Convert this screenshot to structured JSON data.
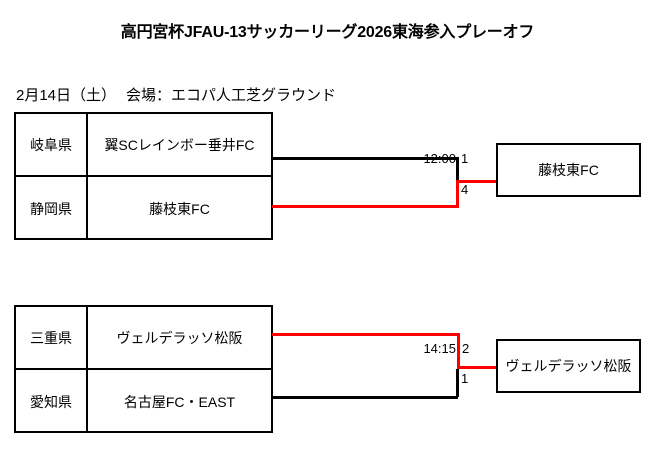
{
  "header": {
    "title": "高円宮杯JFAU-13サッカーリーグ2026東海参入プレーオフ",
    "date": "2月14日（土）",
    "venue": "会場：エコパ人工芝グラウンド"
  },
  "colors": {
    "winner_line": "#ff0000",
    "loser_line": "#000000",
    "border": "#000000",
    "background": "#ffffff"
  },
  "brackets": [
    {
      "id": "semifinal-1",
      "kickoff": "12:00",
      "teams": [
        {
          "prefecture": "岐阜県",
          "name": "翼SCレインボー垂井FC",
          "score": "1",
          "is_winner": false
        },
        {
          "prefecture": "静岡県",
          "name": "藤枝東FC",
          "score": "4",
          "is_winner": true
        }
      ],
      "winner": "藤枝東FC"
    },
    {
      "id": "semifinal-2",
      "kickoff": "14:15",
      "teams": [
        {
          "prefecture": "三重県",
          "name": "ヴェルデラッソ松阪",
          "score": "2",
          "is_winner": true
        },
        {
          "prefecture": "愛知県",
          "name": "名古屋FC・EAST",
          "score": "1",
          "is_winner": false
        }
      ],
      "winner": "ヴェルデラッソ松阪"
    }
  ]
}
